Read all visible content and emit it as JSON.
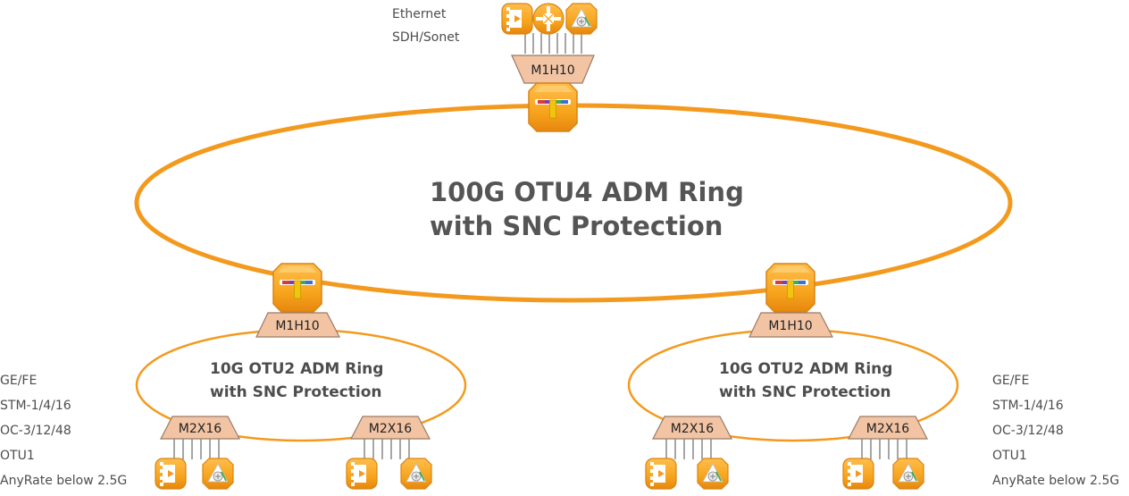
{
  "colors": {
    "ring": "#f39a1e",
    "icon_fill": "#f7a41d",
    "icon_dark": "#e08710",
    "icon_light": "#ffc45e",
    "module_fill": "#f2c4a4",
    "module_stroke": "#9a7a66",
    "text": "#4d4d4d",
    "title": "#555555"
  },
  "main_ring": {
    "title_line1": "100G OTU4 ADM Ring",
    "title_line2": "with SNC Protection"
  },
  "sub_rings": [
    {
      "title_line1": "10G OTU2 ADM Ring",
      "title_line2": "with SNC Protection"
    },
    {
      "title_line1": "10G OTU2 ADM Ring",
      "title_line2": "with SNC Protection"
    }
  ],
  "top_clients": [
    "Ethernet",
    "SDH/Sonet"
  ],
  "left_clients": [
    "GE/FE",
    "STM-1/4/16",
    "OC-3/12/48",
    "OTU1",
    "AnyRate below 2.5G"
  ],
  "right_clients": [
    "GE/FE",
    "STM-1/4/16",
    "OC-3/12/48",
    "OTU1",
    "AnyRate below 2.5G"
  ],
  "modules": {
    "top": "M1H10",
    "left_hub": "M1H10",
    "right_hub": "M1H10",
    "sub1_left": "M2X16",
    "sub1_right": "M2X16",
    "sub2_left": "M2X16",
    "sub2_right": "M2X16"
  },
  "icons": {
    "ethernet": "ethernet-port-icon",
    "router": "router-icon",
    "sdh": "sdh-sonet-icon",
    "otn": "otn-switch-icon"
  }
}
